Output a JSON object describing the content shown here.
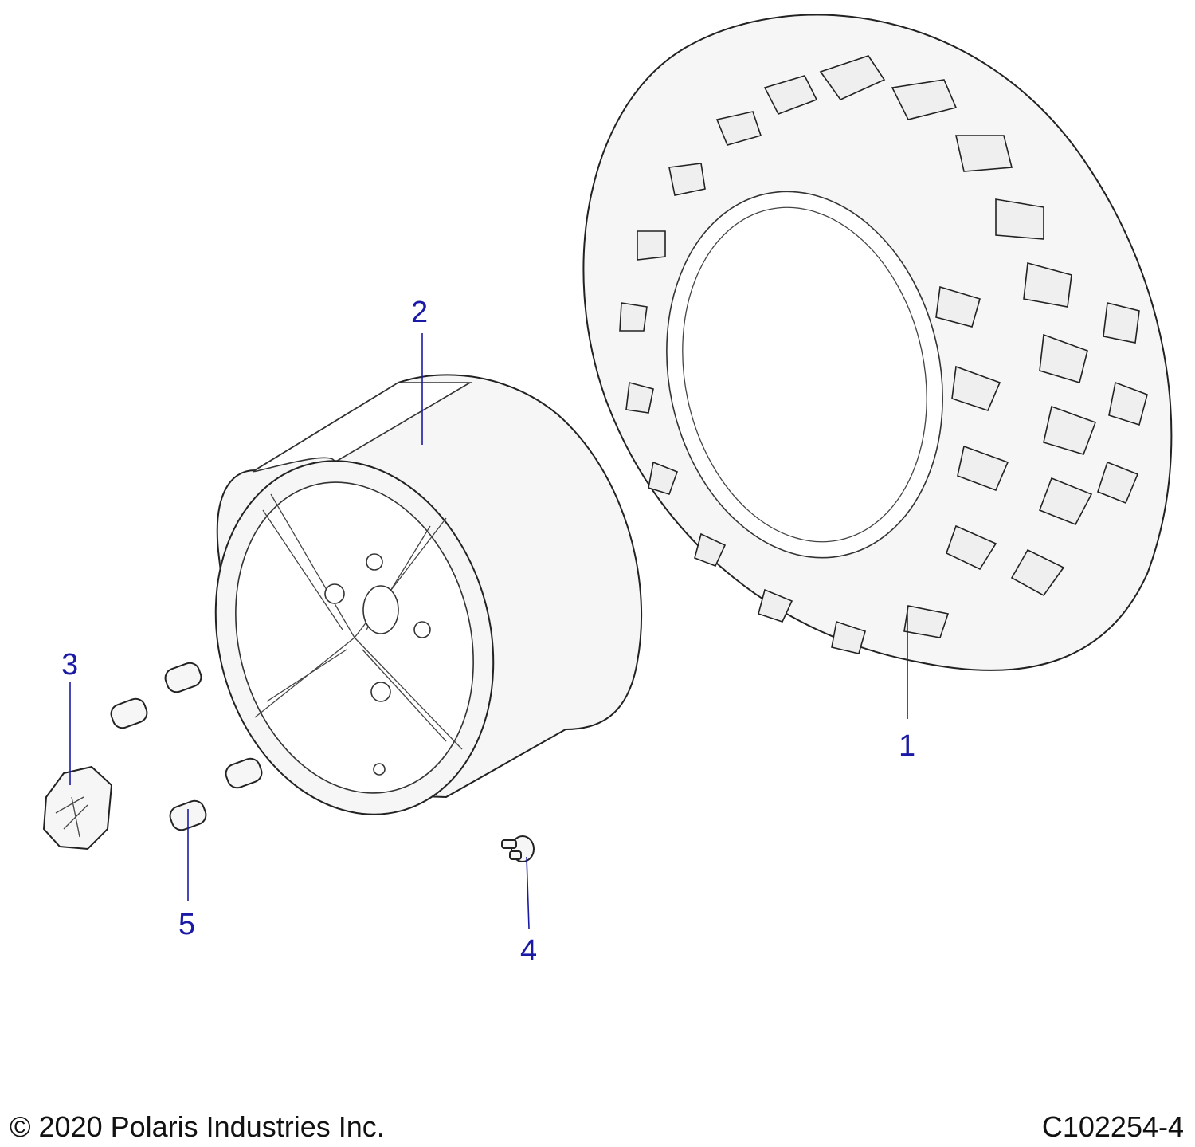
{
  "callouts": [
    {
      "id": "1",
      "label": "1"
    },
    {
      "id": "2",
      "label": "2"
    },
    {
      "id": "3",
      "label": "3"
    },
    {
      "id": "4",
      "label": "4"
    },
    {
      "id": "5",
      "label": "5"
    }
  ],
  "footer": {
    "copyright": "© 2020 Polaris Industries Inc.",
    "figure_id": "C102254-4"
  },
  "colors": {
    "callout": "#1a1aa6",
    "line_art": "#222222",
    "background": "#ffffff"
  }
}
